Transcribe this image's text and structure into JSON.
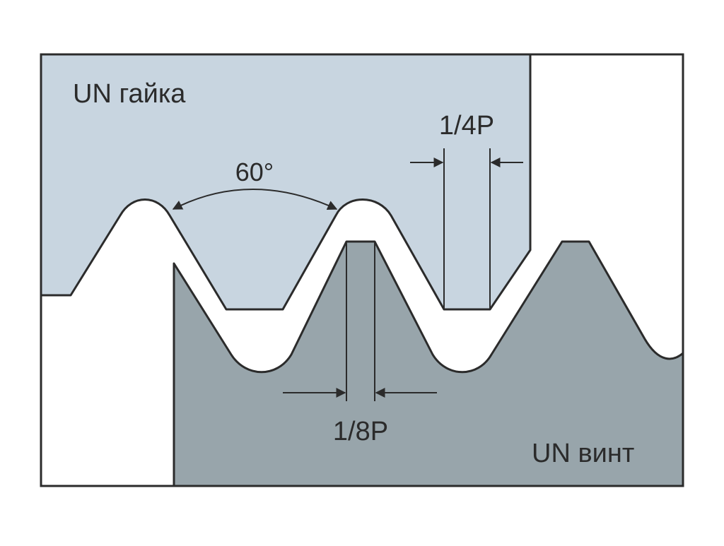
{
  "labels": {
    "nut": "UN гайка",
    "bolt": "UN винт",
    "angle": "60°",
    "quarter_pitch": "1/4P",
    "eighth_pitch": "1/8P"
  },
  "colors": {
    "nut_fill": "#c8d5e0",
    "bolt_fill": "#98a5ab",
    "outline": "#2b2b2b",
    "background": "#ffffff"
  }
}
